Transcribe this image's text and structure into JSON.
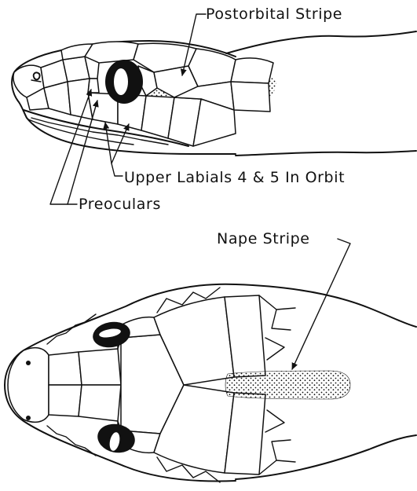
{
  "labels": {
    "postorbital": "Postorbital Stripe",
    "upper_labials": "Upper Labials 4 & 5 In Orbit",
    "preoculars": "Preoculars",
    "nape": "Nape Stripe"
  },
  "colors": {
    "ink": "#111111",
    "paper": "#ffffff"
  }
}
